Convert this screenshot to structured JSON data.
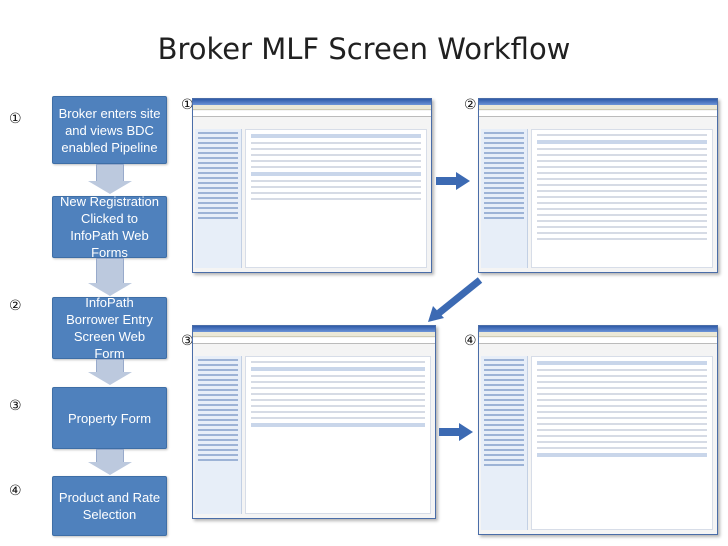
{
  "title": "Broker MLF Screen Workflow",
  "markers": {
    "one": "①",
    "two": "②",
    "three": "③",
    "four": "④"
  },
  "steps": [
    {
      "label": "Broker enters site and views BDC enabled Pipeline"
    },
    {
      "label": "New Registration Clicked to InfoPath Web Forms"
    },
    {
      "label": "InfoPath Borrower Entry Screen Web Form"
    },
    {
      "label": "Property Form"
    },
    {
      "label": "Product and Rate Selection"
    }
  ],
  "colors": {
    "step_fill": "#4f81bd",
    "connector": "#bcc9de",
    "arrow": "#3c6ab3"
  }
}
